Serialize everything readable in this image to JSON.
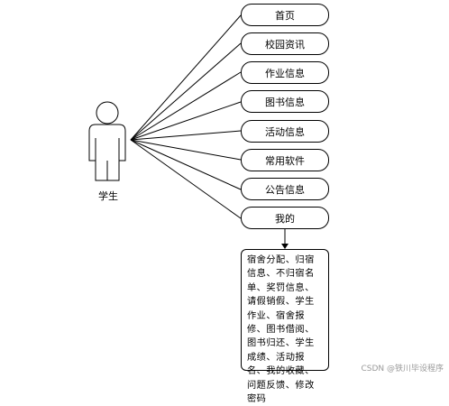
{
  "actor": {
    "label": "学生",
    "icon": "person-icon"
  },
  "use_cases": [
    {
      "id": "home",
      "label": "首页"
    },
    {
      "id": "campus-news",
      "label": "校园资讯"
    },
    {
      "id": "homework-info",
      "label": "作业信息"
    },
    {
      "id": "book-info",
      "label": "图书信息"
    },
    {
      "id": "activity-info",
      "label": "活动信息"
    },
    {
      "id": "common-software",
      "label": "常用软件"
    },
    {
      "id": "announcement-info",
      "label": "公告信息"
    },
    {
      "id": "mine",
      "label": "我的"
    }
  ],
  "mine_details": {
    "text": "宿舍分配、归宿信息、不归宿名单、奖罚信息、请假销假、学生作业、宿舍报修、图书借阅、图书归还、学生成绩、活动报名、我的收藏、问题反馈、修改密码"
  },
  "watermark": "CSDN @铁川毕设程序",
  "colors": {
    "line": "#000000",
    "fill": "#ffffff",
    "watermark": "#9a9a9a"
  }
}
